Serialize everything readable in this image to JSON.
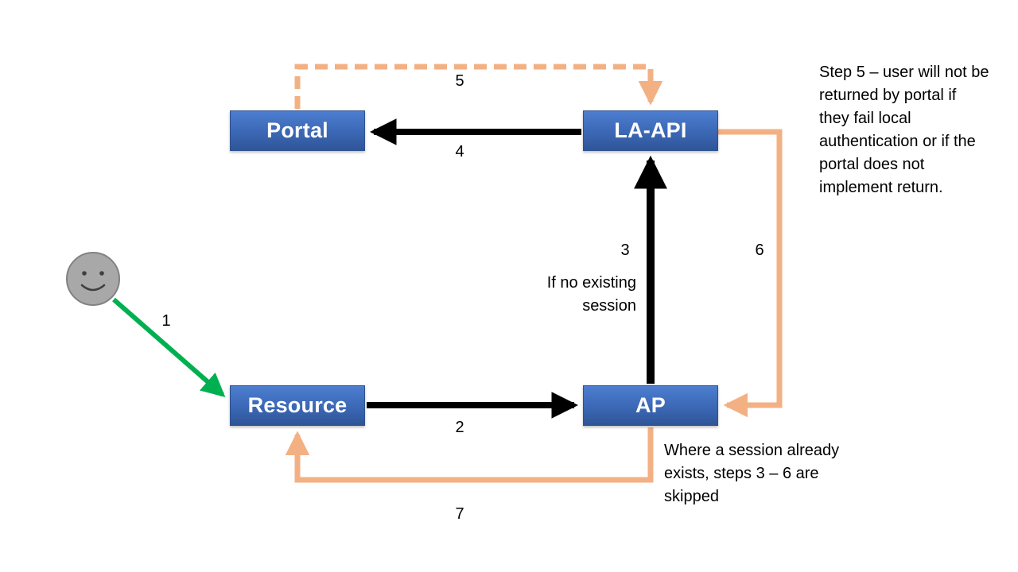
{
  "nodes": {
    "portal": {
      "label": "Portal"
    },
    "laapi": {
      "label": "LA-API"
    },
    "resource": {
      "label": "Resource"
    },
    "ap": {
      "label": "AP"
    }
  },
  "steps": {
    "s1": "1",
    "s2": "2",
    "s3": "3",
    "s4": "4",
    "s5": "5",
    "s6": "6",
    "s7": "7"
  },
  "notes": {
    "no_session": "If no existing session",
    "step5": "Step 5 – user will not be returned by portal if they fail local authentication or if the portal does not implement return.",
    "session_exists": "Where a session already exists, steps 3 – 6 are skipped"
  },
  "colors": {
    "node_blue": "#4472C4",
    "node_blue_dark": "#2F5597",
    "arrow_black": "#000000",
    "arrow_orange": "#F3B183",
    "arrow_green": "#00B050",
    "user_gray": "#A6A6A6"
  }
}
